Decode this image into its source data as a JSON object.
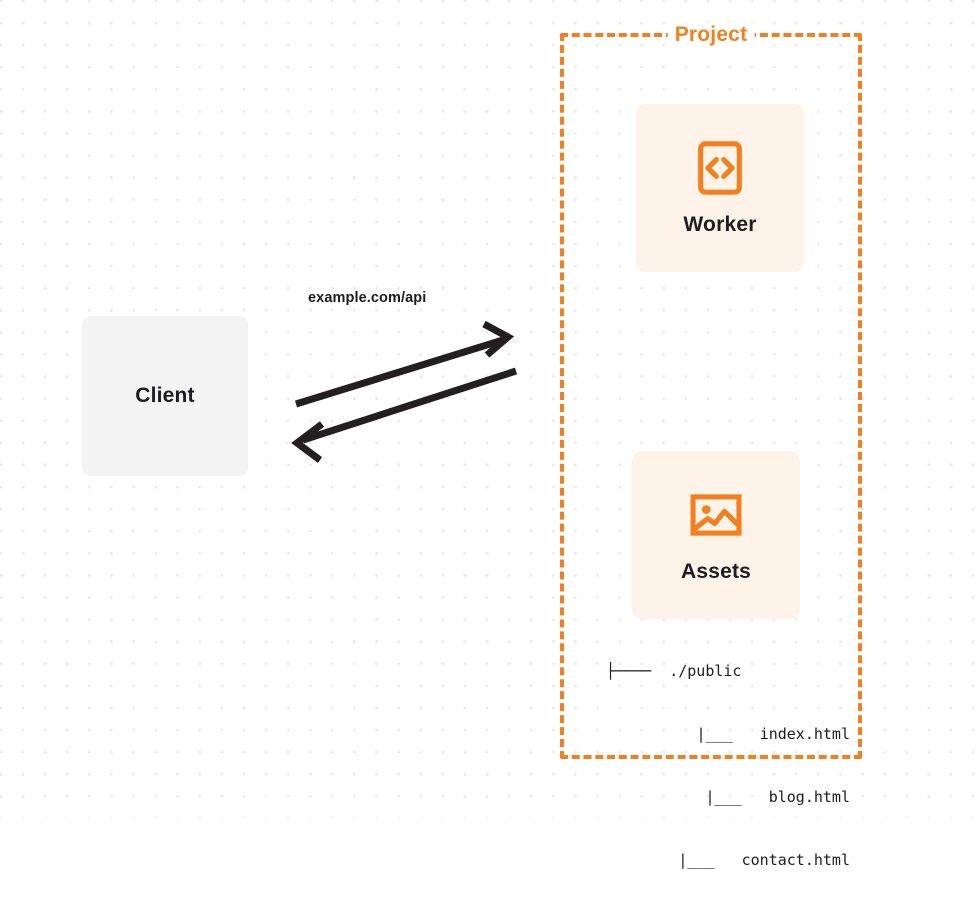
{
  "diagram": {
    "background": "dot-grid",
    "colors": {
      "accent_orange": "#f38020",
      "card_bg": "#fdf3e8",
      "client_bg": "#f4f4f5",
      "text_dark": "#1d1d1f",
      "grid_dot": "#e9e9ec"
    },
    "client": {
      "label": "Client"
    },
    "edge": {
      "label": "example.com/api",
      "direction": "bidirectional"
    },
    "project": {
      "title": "Project",
      "border_style": "dashed",
      "nodes": [
        {
          "id": "worker",
          "label": "Worker",
          "icon": "code-brackets-icon"
        },
        {
          "id": "assets",
          "label": "Assets",
          "icon": "image-icon"
        }
      ],
      "file_tree": {
        "root": "./public",
        "root_prefix": "├────",
        "child_prefix": "|___",
        "entries": [
          "index.html",
          "blog.html",
          "contact.html"
        ],
        "rows": [
          "index.html",
          "blog.html",
          "contact.html"
        ]
      }
    }
  }
}
